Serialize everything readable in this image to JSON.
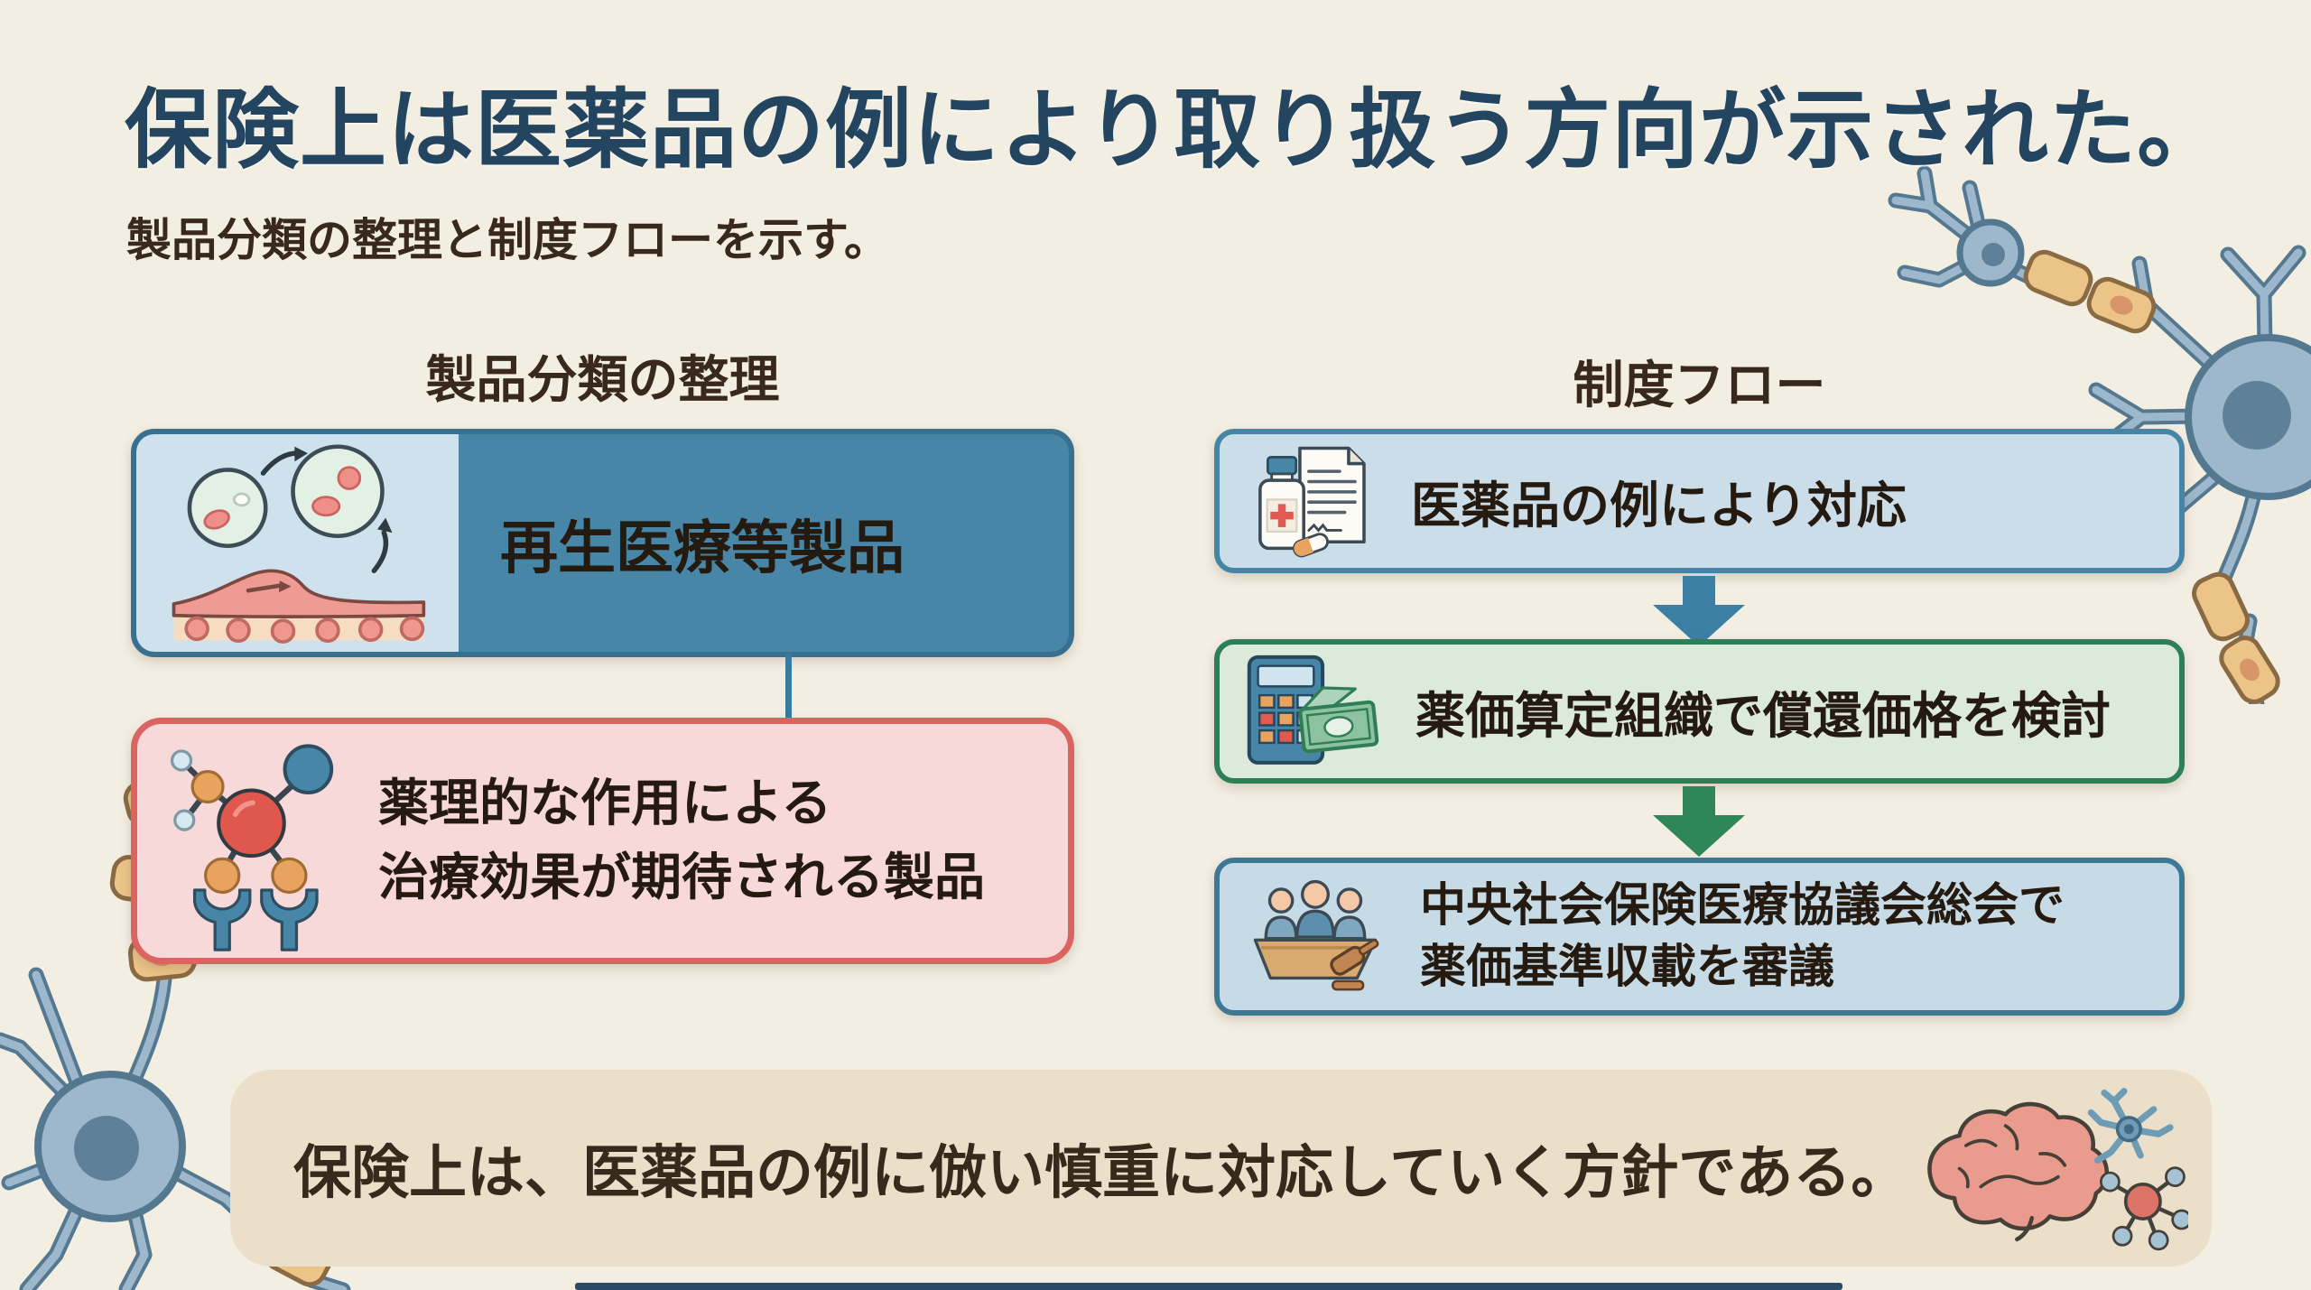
{
  "page": {
    "title": "保険上は医薬品の例により取り扱う方向が示された。",
    "subtitle": "製品分類の整理と制度フローを示す。",
    "background_color": "#f3eee2",
    "title_color": "#24455f",
    "body_text_color": "#38291c"
  },
  "classification": {
    "heading": "製品分類の整理",
    "regenerative_box": {
      "label": "再生医療等製品",
      "icon": "cell-regeneration-icon",
      "fill": "#4886a8",
      "border": "#38708f",
      "icon_panel_fill": "#cfe1ec"
    },
    "pharmacological_box": {
      "label_line1": "薬理的な作用による",
      "label_line2": "治療効果が期待される製品",
      "icon": "molecule-receptor-icon",
      "fill": "#f8d9da",
      "border": "#dc6460"
    }
  },
  "flow": {
    "heading": "制度フロー",
    "step1": {
      "label": "医薬品の例により対応",
      "icon": "medicine-document-icon",
      "fill": "#cbdde9",
      "border": "#4685a6"
    },
    "arrow1_color": "#3c7fa5",
    "step2": {
      "label": "薬価算定組織で償還価格を検討",
      "icon": "calculator-banknote-icon",
      "fill": "#dcead9",
      "border": "#2d7f55"
    },
    "arrow2_color": "#2e8659",
    "step3": {
      "label_line1": "中央社会保険医療協議会総会で",
      "label_line2": "薬価基準収載を審議",
      "icon": "council-gavel-icon",
      "fill": "#c7dbe7",
      "border": "#3d7894"
    }
  },
  "conclusion": {
    "text": "保険上は、医薬品の例に倣い慎重に対応していく方針である。",
    "icon": "brain-neuron-molecule-icon",
    "fill": "#ebdfca"
  }
}
